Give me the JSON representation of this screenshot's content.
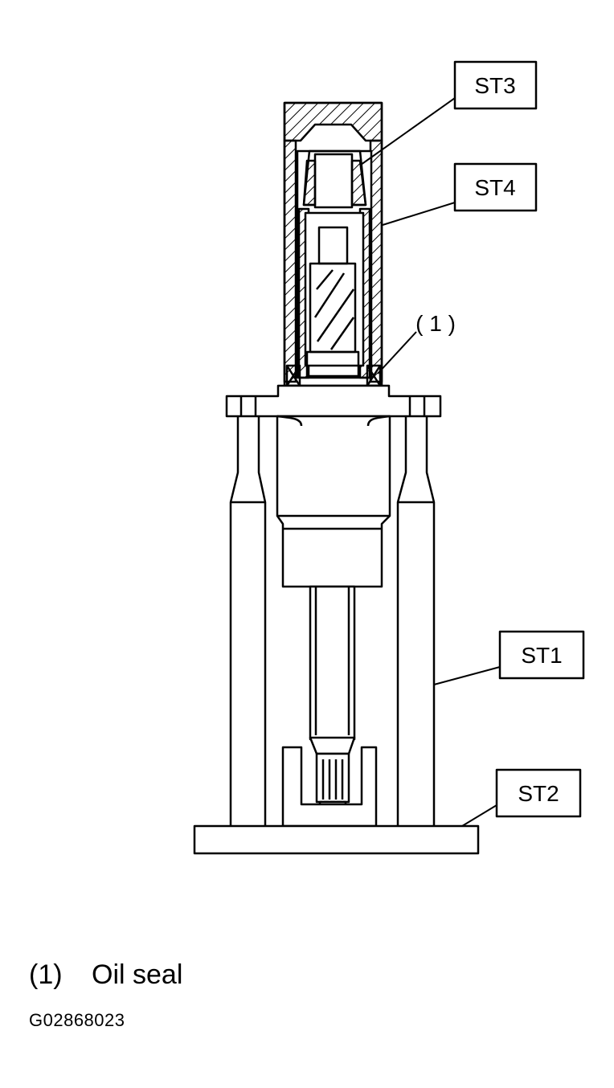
{
  "labels": {
    "st3": "ST3",
    "st4": "ST4",
    "st1": "ST1",
    "st2": "ST2",
    "callout_1": "( 1 )"
  },
  "legend": {
    "number": "(1)",
    "text": "Oil seal"
  },
  "figure_id": "G02868023"
}
